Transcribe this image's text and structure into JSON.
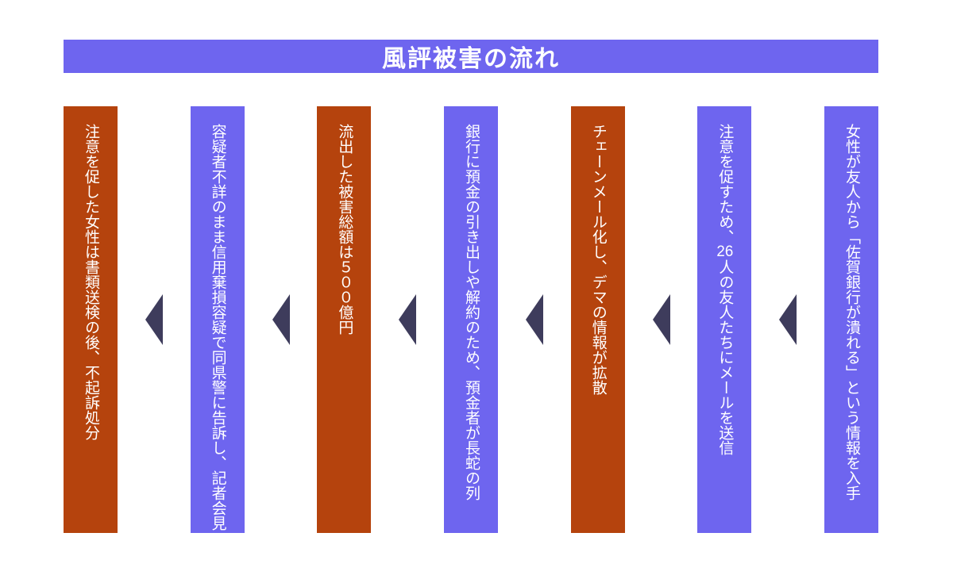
{
  "title": {
    "text": "風評被害の流れ",
    "bg_color": "#6e65ef",
    "text_color": "#ffffff"
  },
  "colors": {
    "orange": "#b5430d",
    "purple": "#6e65ef",
    "arrow": "#3e3c5c",
    "bar_text": "#ffffff"
  },
  "steps": [
    {
      "color": "orange",
      "text": "注意を促した女性は書類送検の後、不起訴処分",
      "segments": [
        {
          "t": "注意を促した女性は書類送検の後、不起訴処分"
        }
      ]
    },
    {
      "color": "purple",
      "text": "容疑者不詳のまま信用棄損容疑で同県警に告訴し、記者会見",
      "segments": [
        {
          "t": "容疑者不詳のまま信用棄損容疑で同県警に告訴し、記者会見"
        }
      ]
    },
    {
      "color": "orange",
      "text": "流出した被害総額は５００億円",
      "segments": [
        {
          "t": "流出した被害総額は５００億円"
        }
      ]
    },
    {
      "color": "purple",
      "text": "銀行に預金の引き出しや解約のため、預金者が長蛇の列",
      "segments": [
        {
          "t": "銀行に預金の引き出しや解約のため、預金者が長蛇の列"
        }
      ]
    },
    {
      "color": "orange",
      "text": "チェーンメール化し、デマの情報が拡散",
      "segments": [
        {
          "t": "チェーンメール化し、デマの情報が拡散"
        }
      ]
    },
    {
      "color": "purple",
      "text": "注意を促すため、26人の友人たちにメールを送信",
      "segments": [
        {
          "t": "注意を促すため、"
        },
        {
          "t": "26",
          "tcy": true
        },
        {
          "t": "人の友人たちにメールを送信"
        }
      ]
    },
    {
      "color": "purple",
      "text": "女性が友人から「佐賀銀行が潰れる」という情報を入手",
      "segments": [
        {
          "t": "女性が友人から「佐賀銀行が潰れる」という情報を入手"
        }
      ]
    }
  ]
}
